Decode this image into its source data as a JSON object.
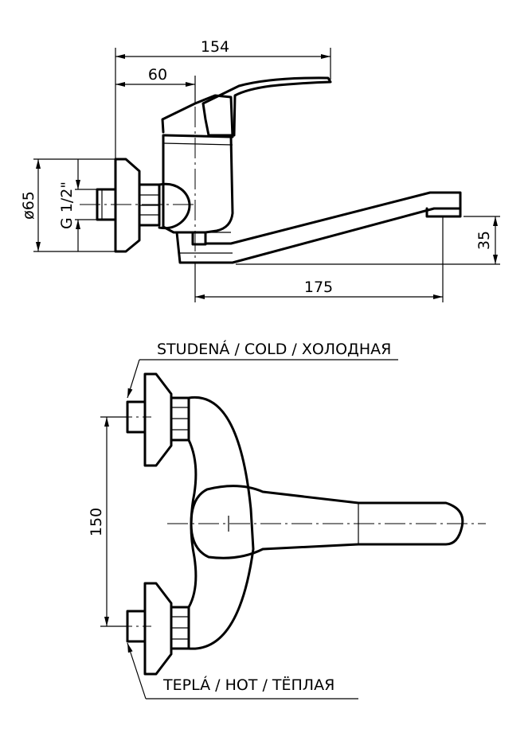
{
  "side_view": {
    "dim_total_length": "154",
    "dim_body_offset": "60",
    "dim_wall_diameter": "ø65",
    "dim_thread": "G 1/2\"",
    "dim_spout_height": "35",
    "dim_spout_length": "175"
  },
  "top_view": {
    "cold_label": "STUDENÁ / COLD / ХОЛОДНАЯ",
    "hot_label": "TEPLÁ / HOT / TЁПЛАЯ",
    "dim_inlet_spacing": "150"
  }
}
